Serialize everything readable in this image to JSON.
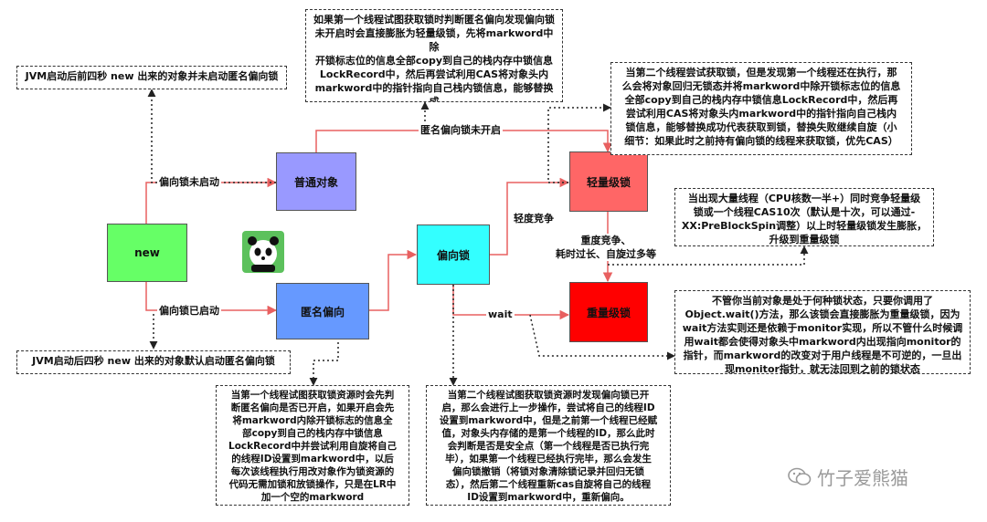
{
  "colors": {
    "new": "#66ff66",
    "normal": "#9999ff",
    "biased_anon": "#6699ff",
    "biased": "#33ffff",
    "light": "#ff6666",
    "heavy": "#ff0000",
    "arrow": "#e86060"
  },
  "nodes": {
    "new": "new",
    "normal": "普通对象",
    "biased_anon": "匿名偏向",
    "biased": "偏向锁",
    "light": "轻量级锁",
    "heavy": "重量级锁"
  },
  "edges": {
    "bias_off": "偏向锁未启动",
    "bias_on": "偏向锁已启动",
    "anon_bias_off": "匿名偏向锁未开启",
    "light_compete": "轻度竞争",
    "heavy_compete": "重度竞争、\n耗时过长、自旋过多等",
    "wait": "wait"
  },
  "notes": {
    "jvm_before": "JVM启动后前四秒 new 出来的对象并未启动匿名偏向锁",
    "jvm_after": "JVM启动后四秒 new 出来的对象默认启动匿名偏向锁",
    "first_thread_light": "如果第一个线程试图获取锁时判断匿名偏向发现偏向锁\n未开启时会直接膨胀为轻量级锁，先将markword中除\n开锁标志位的信息全部copy到自己的栈内存中锁信息\nLockRecord中，然后再尝试利用CAS将对象头内\nmarkword中的指针指向自己栈内锁信息，能够替换成\n功代表获取到锁，替换失败继续自旋",
    "second_thread_light": "当第二个线程尝试获取锁，但是发现第一个线程还在执行，那\n么会将对象回归无锁态并将markword中除开锁标志位的信息\n全部copy到自己的栈内存中锁信息LockRecord中，然后再\n尝试利用CAS将对象头内markword中的指针指向自己栈内\n锁信息，能够替换成功代表获取到锁，替换失败继续自旋（小\n细节：如果此时之前持有偏向锁的线程来获取锁，优先CAS）",
    "heavy_inflate": "当出现大量线程（CPU核数一半+）同时竞争轻量级\n锁或一个线程CAS10次（默认是十次，可以通过-\nXX:PreBlockSpin调整）以上时轻量级锁发生膨胀，\n升级到重量级锁",
    "wait_note": "不管你当前对象是处于何种锁状态，只要你调用了\nObject.wait()方法，那么该锁会直接膨胀为重量级锁，因为\nwait方法实则还是依赖于monitor实现，所以不管什么时候调\n用wait都会使得对象头中markword内出现指向monitor的\n指针，而markword的改变对于用户线程是不可逆的，一旦出\n现monitor指针，就无法回到之前的锁状态",
    "first_thread_biased": "当第一个线程试图获取锁资源时会先判\n断匿名偏向是否已开启，如果开启会先\n将markword内除开锁标志的信息全\n部copy到自己的栈内存中锁信息\nLockRecord中并尝试利用自旋将自己\n的线程ID设置到markword中，以后\n每次该线程执行用改对象作为锁资源的\n代码无需加锁和放锁操作，只是在LR中\n加一个空的markword",
    "second_thread_biased": "当第二个线程试图获取锁资源时发现偏向锁已开\n启，那么会进行上一步操作，尝试将自己的线程ID\n设置到markword中，但是之前第一个线程已经赋\n值，对象头内存储的是第一个线程的ID，那么此时\n会判断是否是安全点（第一个线程是否已执行完\n毕），如果第一个线程已经执行完毕，那么会发生\n偏向锁撤销（将锁对象清除锁记录并回归无锁\n态），然后第二个线程重新cas自旋将自己的线程\nID设置到markword中，重新偏向。"
  },
  "watermark": {
    "text": "竹子爱熊猫",
    "icon": "wechat-icon"
  },
  "panda": {
    "icon": "panda-icon"
  }
}
